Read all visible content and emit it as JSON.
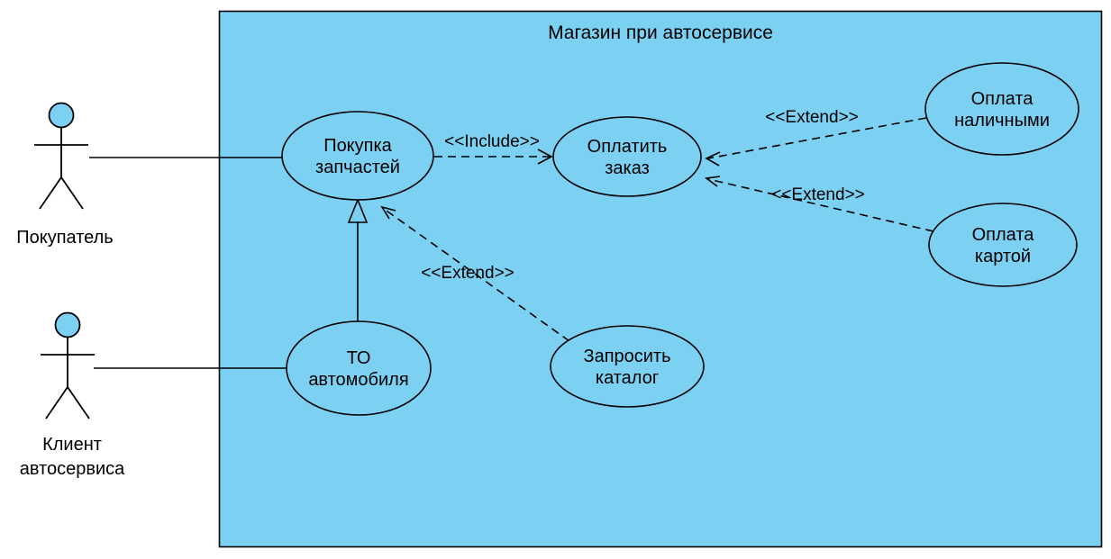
{
  "diagram": {
    "type": "uml-use-case-diagram",
    "system": {
      "title": "Магазин при автосервисе"
    },
    "colors": {
      "fill": "#7CD0F2",
      "stroke": "#000000",
      "background": "#FFFFFF"
    },
    "actors": [
      {
        "id": "buyer",
        "label_line1": "Покупатель",
        "label_line2": ""
      },
      {
        "id": "service-client",
        "label_line1": "Клиент",
        "label_line2": "автосервиса"
      }
    ],
    "use_cases": [
      {
        "id": "buy-parts",
        "line1": "Покупка",
        "line2": "запчастей"
      },
      {
        "id": "pay-order",
        "line1": "Оплатить",
        "line2": "заказ"
      },
      {
        "id": "pay-cash",
        "line1": "Оплата",
        "line2": "наличными"
      },
      {
        "id": "pay-card",
        "line1": "Оплата",
        "line2": "картой"
      },
      {
        "id": "car-maintenance",
        "line1": "ТО",
        "line2": "автомобиля"
      },
      {
        "id": "request-catalog",
        "line1": "Запросить",
        "line2": "каталог"
      }
    ],
    "relations": [
      {
        "id": "include-pay",
        "type": "include",
        "label": "<<Include>>",
        "from": "buy-parts",
        "to": "pay-order"
      },
      {
        "id": "extend-cash",
        "type": "extend",
        "label": "<<Extend>>",
        "from": "pay-cash",
        "to": "pay-order"
      },
      {
        "id": "extend-card",
        "type": "extend",
        "label": "<<Extend>>",
        "from": "pay-card",
        "to": "pay-order"
      },
      {
        "id": "extend-catalog",
        "type": "extend",
        "label": "<<Extend>>",
        "from": "request-catalog",
        "to": "buy-parts"
      },
      {
        "id": "gen-maintenance",
        "type": "generalization",
        "label": "",
        "from": "car-maintenance",
        "to": "buy-parts"
      }
    ]
  }
}
